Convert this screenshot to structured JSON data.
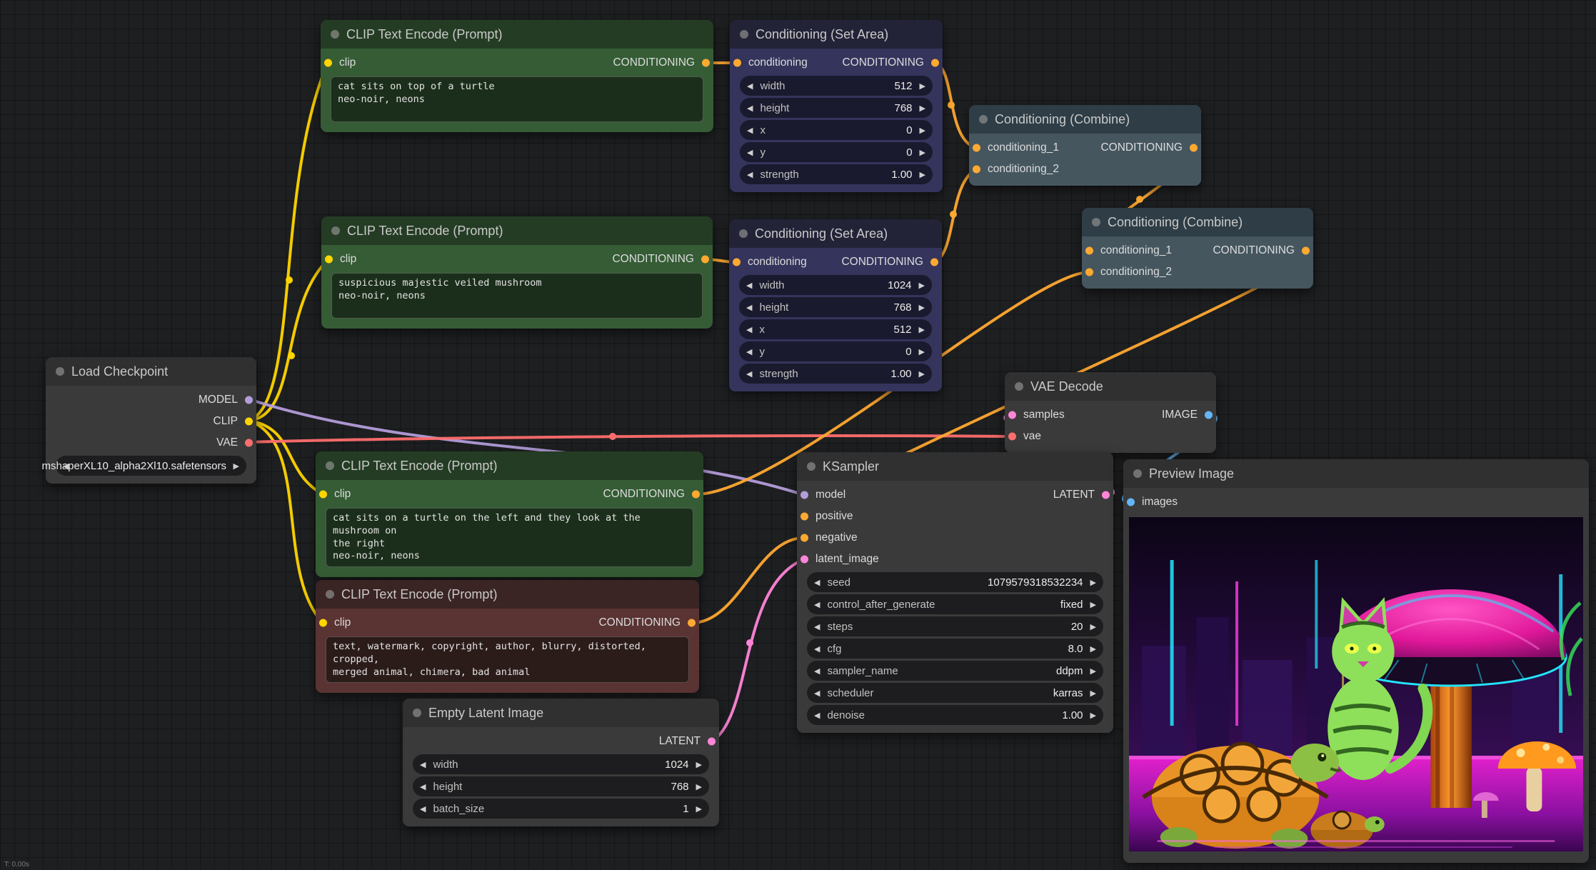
{
  "canvas": {
    "stat_text": "T: 0.00s"
  },
  "icons": {
    "left_arrow": "◀",
    "right_arrow": "▶"
  },
  "colors": {
    "clip": "#FFD500",
    "cond": "#FFA931",
    "model": "#B39DDB",
    "vae": "#FF6E6E",
    "latent": "#FF85D8",
    "image": "#64B5F6"
  },
  "nodes": {
    "clip1": {
      "title": "CLIP Text Encode (Prompt)",
      "input": "clip",
      "output": "CONDITIONING",
      "text": "cat sits on top of a turtle\nneo-noir, neons"
    },
    "setarea1": {
      "title": "Conditioning (Set Area)",
      "input": "conditioning",
      "output": "CONDITIONING",
      "widgets": [
        {
          "label": "width",
          "value": "512"
        },
        {
          "label": "height",
          "value": "768"
        },
        {
          "label": "x",
          "value": "0"
        },
        {
          "label": "y",
          "value": "0"
        },
        {
          "label": "strength",
          "value": "1.00"
        }
      ]
    },
    "combine1": {
      "title": "Conditioning (Combine)",
      "inputs": [
        "conditioning_1",
        "conditioning_2"
      ],
      "output": "CONDITIONING"
    },
    "clip2": {
      "title": "CLIP Text Encode (Prompt)",
      "input": "clip",
      "output": "CONDITIONING",
      "text": "suspicious majestic veiled mushroom\nneo-noir, neons"
    },
    "setarea2": {
      "title": "Conditioning (Set Area)",
      "input": "conditioning",
      "output": "CONDITIONING",
      "widgets": [
        {
          "label": "width",
          "value": "1024"
        },
        {
          "label": "height",
          "value": "768"
        },
        {
          "label": "x",
          "value": "512"
        },
        {
          "label": "y",
          "value": "0"
        },
        {
          "label": "strength",
          "value": "1.00"
        }
      ]
    },
    "combine2": {
      "title": "Conditioning (Combine)",
      "inputs": [
        "conditioning_1",
        "conditioning_2"
      ],
      "output": "CONDITIONING"
    },
    "checkpoint": {
      "title": "Load Checkpoint",
      "outputs": [
        "MODEL",
        "CLIP",
        "VAE"
      ],
      "ckpt_name": "mshaperXL10_alpha2Xl10.safetensors"
    },
    "vae_decode": {
      "title": "VAE Decode",
      "inputs": [
        "samples",
        "vae"
      ],
      "output": "IMAGE"
    },
    "clip3": {
      "title": "CLIP Text Encode (Prompt)",
      "input": "clip",
      "output": "CONDITIONING",
      "text": "cat sits on a turtle on the left and they look at the mushroom on\nthe right\nneo-noir, neons"
    },
    "clip4": {
      "title": "CLIP Text Encode (Prompt)",
      "input": "clip",
      "output": "CONDITIONING",
      "text": "text, watermark, copyright, author, blurry, distorted, cropped,\nmerged animal, chimera, bad animal"
    },
    "ksampler": {
      "title": "KSampler",
      "inputs": [
        "model",
        "positive",
        "negative",
        "latent_image"
      ],
      "output": "LATENT",
      "widgets": [
        {
          "label": "seed",
          "value": "1079579318532234"
        },
        {
          "label": "control_after_generate",
          "value": "fixed"
        },
        {
          "label": "steps",
          "value": "20"
        },
        {
          "label": "cfg",
          "value": "8.0"
        },
        {
          "label": "sampler_name",
          "value": "ddpm"
        },
        {
          "label": "scheduler",
          "value": "karras"
        },
        {
          "label": "denoise",
          "value": "1.00"
        }
      ]
    },
    "empty_latent": {
      "title": "Empty Latent Image",
      "output": "LATENT",
      "widgets": [
        {
          "label": "width",
          "value": "1024"
        },
        {
          "label": "height",
          "value": "768"
        },
        {
          "label": "batch_size",
          "value": "1"
        }
      ]
    },
    "preview": {
      "title": "Preview Image",
      "input": "images"
    }
  }
}
